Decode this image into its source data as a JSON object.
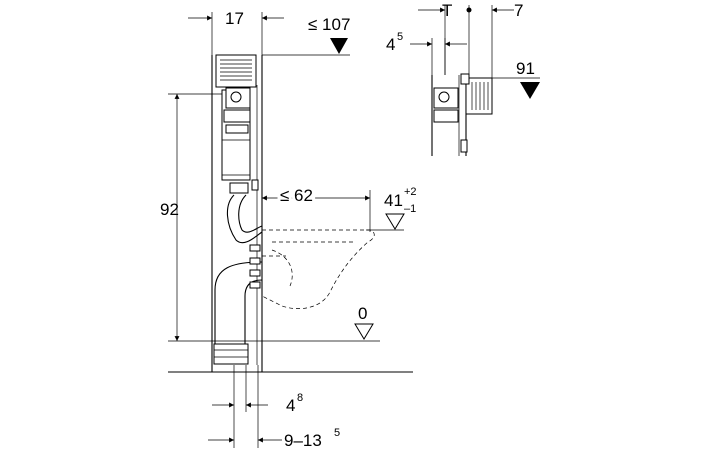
{
  "dimensions": {
    "frame_depth": "17",
    "max_height": "≤ 107",
    "total_height": "92",
    "bowl_projection": "≤ 62",
    "seat_height": "41",
    "seat_tol_plus": "+2",
    "seat_tol_minus": "–1",
    "floor_level": "0",
    "pipe_offset": "4",
    "pipe_offset_sup": "8",
    "wall_range": "9–13",
    "wall_range_sup": "5",
    "detail_offset": "4",
    "detail_offset_sup": "5",
    "thickness_symbol": "T",
    "detail_side": "7",
    "detail_height": "91"
  },
  "icons": {
    "level_marker": "level-triangle-icon",
    "arrow": "dimension-arrow-icon"
  },
  "colors": {
    "ink": "#000000",
    "paper": "#ffffff"
  }
}
